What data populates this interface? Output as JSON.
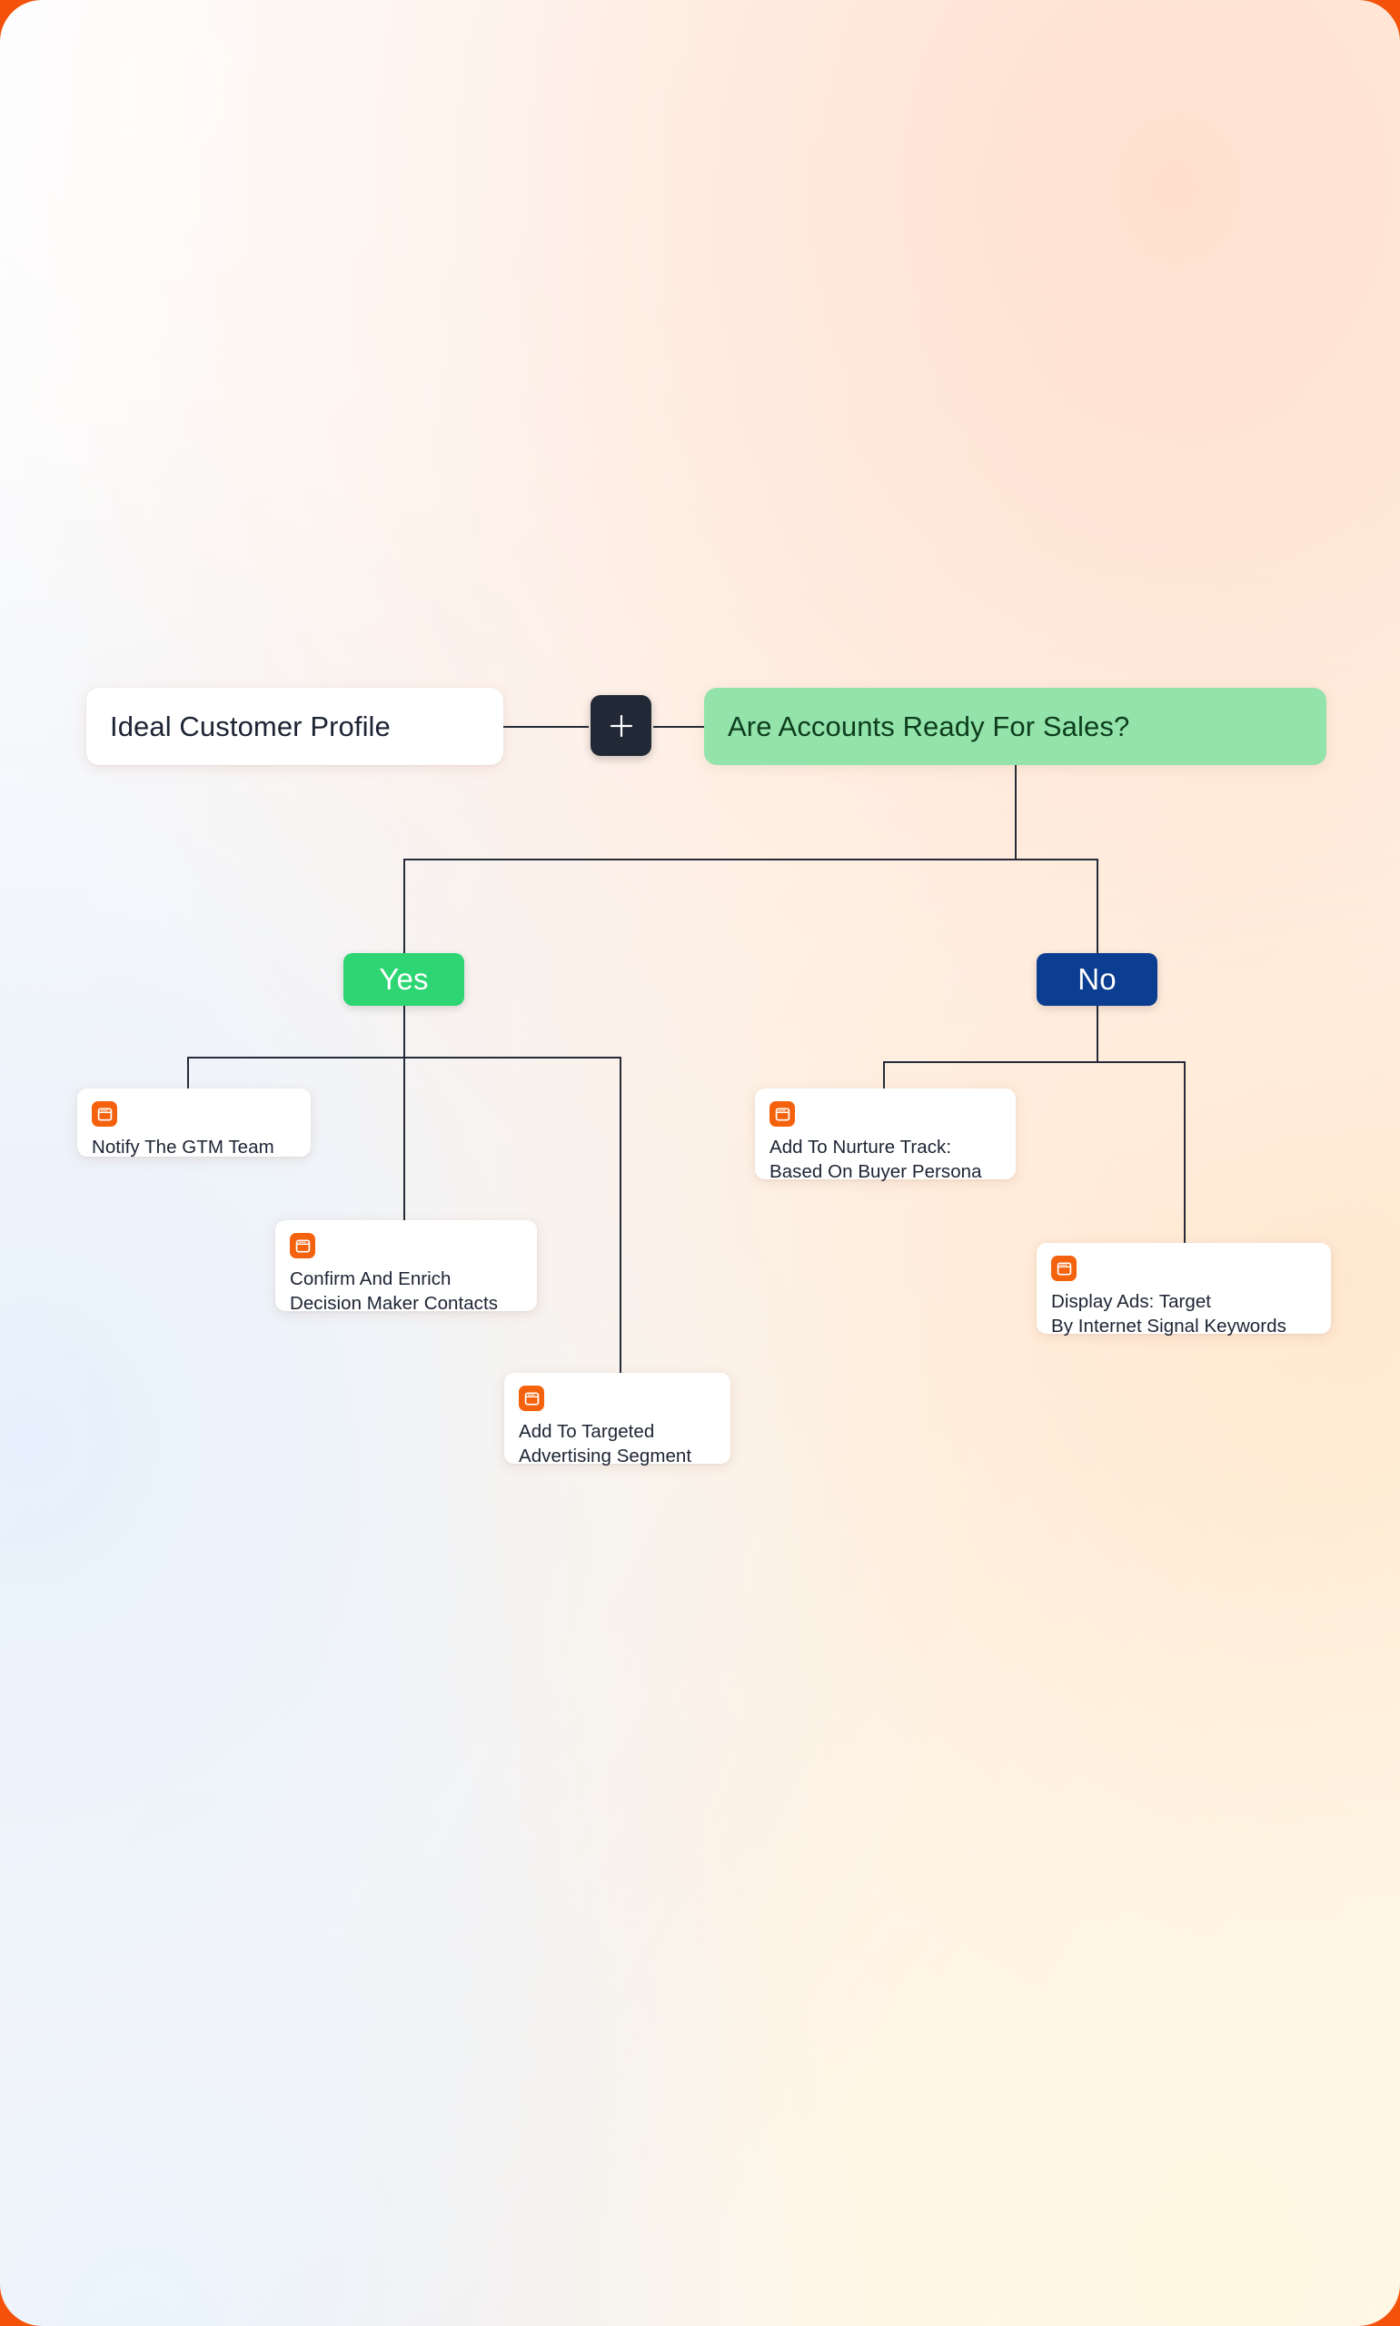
{
  "canvas": {
    "page_background_color": "#F4520A",
    "canvas_gradient_colors": [
      "#fafcff",
      "#fdf6f2",
      "#fff2e6",
      "#fffaf0"
    ]
  },
  "colors": {
    "line": "#252b38",
    "decision_green": "#93e3ab",
    "decision_green_text": "#0d3d1d",
    "yes_badge": "#2ed573",
    "no_badge": "#0b3d91",
    "icon_orange": "#F4620D",
    "card_text": "#1d2333"
  },
  "root": {
    "label": "Ideal Customer Profile"
  },
  "add_button": {
    "icon": "plus-icon",
    "label": "+"
  },
  "decision": {
    "label": "Are Accounts Ready For Sales?"
  },
  "branches": [
    {
      "badge": "Yes",
      "actions": [
        {
          "icon": "window-icon",
          "label": "Notify The GTM Team"
        },
        {
          "icon": "window-icon",
          "label": "Confirm And Enrich\nDecision Maker Contacts"
        },
        {
          "icon": "window-icon",
          "label": "Add To Targeted\nAdvertising Segment"
        }
      ]
    },
    {
      "badge": "No",
      "actions": [
        {
          "icon": "window-icon",
          "label": "Add To Nurture Track:\nBased On Buyer Persona"
        },
        {
          "icon": "window-icon",
          "label": "Display Ads: Target\nBy Internet Signal Keywords"
        }
      ]
    }
  ]
}
